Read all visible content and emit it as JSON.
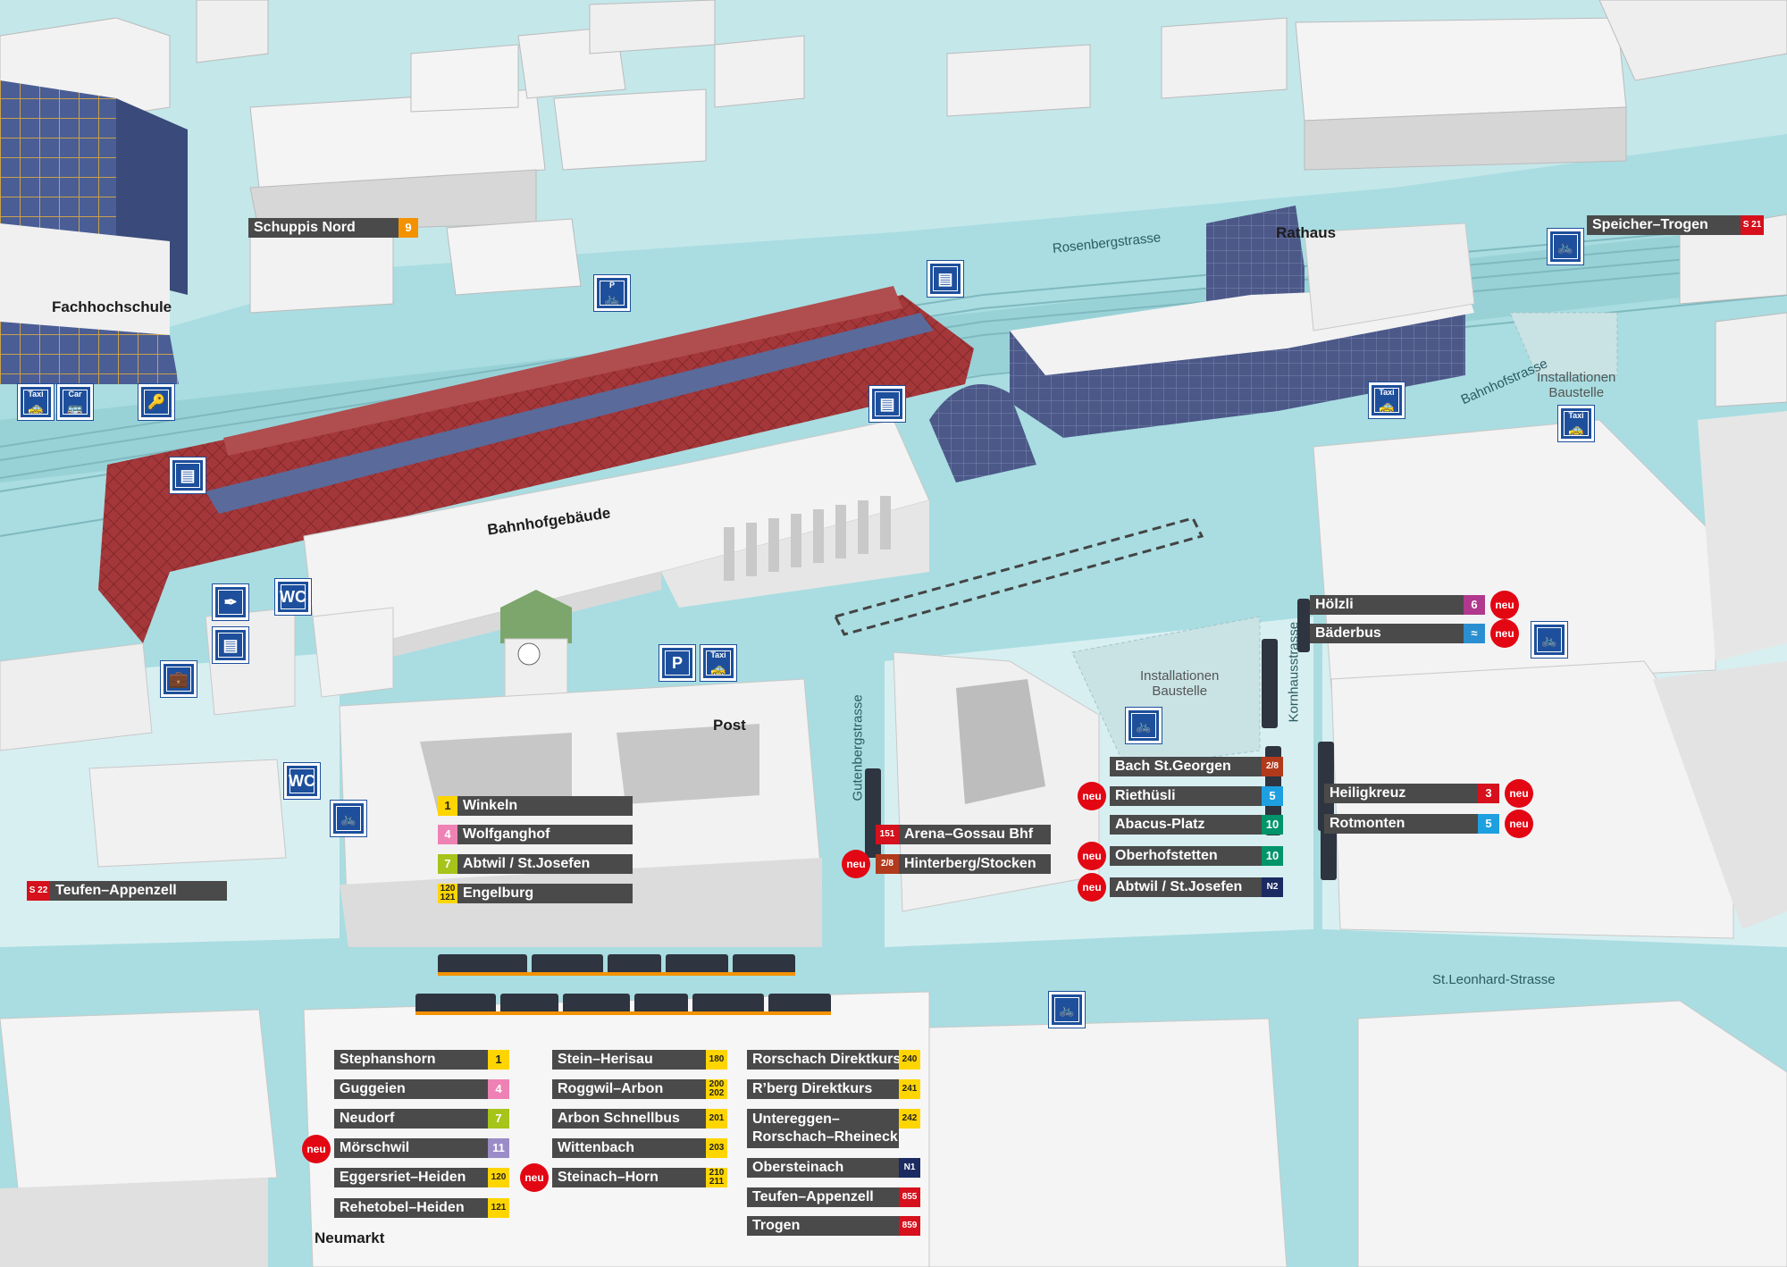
{
  "buildings": {
    "fachhochschule": "Fachhochschule",
    "bahnhofgebaeude": "Bahnhofgebäude",
    "rathaus": "Rathaus",
    "post": "Post",
    "installationen_1": "Installationen",
    "baustelle_1": "Baustelle",
    "installationen_2": "Installationen",
    "baustelle_2": "Baustelle",
    "neumarkt": "Neumarkt"
  },
  "streets": {
    "rosenbergstrasse": "Rosenbergstrasse",
    "bahnhofstrasse": "Bahnhofstrasse",
    "gutenbergstrasse": "Gutenbergstrasse",
    "kornhausstrasse": "Kornhausstrasse",
    "st_leonhard": "St.Leonhard-Strasse"
  },
  "icons": {
    "taxi": "Taxi",
    "car": "Car",
    "wc": "WC",
    "p": "P"
  },
  "neu_label": "neu",
  "colors": {
    "water": "#a9dde1",
    "stop_bar": "#4a4a4a",
    "icon_blue": "#1d4f9c",
    "neu_red": "#e30613",
    "roof_red": "#a4373a"
  },
  "stops": {
    "schuppis": {
      "name": "Schuppis Nord",
      "num": "9",
      "color": "#f39200"
    },
    "speicher": {
      "name": "Speicher–Trogen",
      "num": "S 21",
      "color": "#d6101c"
    },
    "teufen_s22": {
      "name": "Teufen–Appenzell",
      "num": "S 22",
      "color": "#d6101c"
    },
    "post": [
      {
        "name": "Winkeln",
        "num": "1",
        "color": "#ffd500"
      },
      {
        "name": "Wolfganghof",
        "num": "4",
        "color": "#ee82b4"
      },
      {
        "name": "Abtwil / St.Josefen",
        "num": "7",
        "color": "#a6c41a"
      },
      {
        "name": "Engelburg",
        "num": "120\n121",
        "color": "#ffd500"
      }
    ],
    "gutenberg": [
      {
        "name": "Arena–Gossau Bhf",
        "num": "151",
        "color": "#d6101c"
      },
      {
        "name": "Hinterberg/Stocken",
        "num": "2/8",
        "color": "#b23a1c"
      }
    ],
    "kornhaus_left": [
      {
        "name": "Bach St.Georgen",
        "num": "2/8",
        "color": "#b23a1c"
      },
      {
        "name": "Riethüsli",
        "num": "5",
        "color": "#1ea0e0"
      },
      {
        "name": "Abacus-Platz",
        "num": "10",
        "color": "#00946a"
      },
      {
        "name": "Oberhofstetten",
        "num": "10",
        "color": "#00946a"
      },
      {
        "name": "Abtwil / St.Josefen",
        "num": "N2",
        "color": "#1b2b62"
      }
    ],
    "hoelzli": [
      {
        "name": "Hölzli",
        "num": "6",
        "color": "#b0388d"
      },
      {
        "name": "Bäderbus",
        "num": "≈",
        "color": "#2a8fd0"
      }
    ],
    "heiligkreuz": [
      {
        "name": "Heiligkreuz",
        "num": "3",
        "color": "#d6101c"
      },
      {
        "name": "Rotmonten",
        "num": "5",
        "color": "#1ea0e0"
      }
    ],
    "neumarkt_col1": [
      {
        "name": "Stephanshorn",
        "num": "1",
        "color": "#ffd500"
      },
      {
        "name": "Guggeien",
        "num": "4",
        "color": "#ee82b4"
      },
      {
        "name": "Neudorf",
        "num": "7",
        "color": "#a6c41a"
      },
      {
        "name": "Mörschwil",
        "num": "11",
        "color": "#9b8cc8"
      },
      {
        "name": "Eggersriet–Heiden",
        "num": "120",
        "color": "#ffd500"
      },
      {
        "name": "Rehetobel–Heiden",
        "num": "121",
        "color": "#ffd500"
      }
    ],
    "neumarkt_col2": [
      {
        "name": "Stein–Herisau",
        "num": "180",
        "color": "#ffd500"
      },
      {
        "name": "Roggwil–Arbon",
        "num": "200\n202",
        "color": "#ffd500"
      },
      {
        "name": "Arbon Schnellbus",
        "num": "201",
        "color": "#ffd500"
      },
      {
        "name": "Wittenbach",
        "num": "203",
        "color": "#ffd500"
      },
      {
        "name": "Steinach–Horn",
        "num": "210\n211",
        "color": "#ffd500"
      }
    ],
    "neumarkt_col3": [
      {
        "name": "Rorschach Direktkurs",
        "num": "240",
        "color": "#ffd500"
      },
      {
        "name": "R’berg Direktkurs",
        "num": "241",
        "color": "#ffd500"
      },
      {
        "name": "Untereggen–\nRorschach–Rheineck",
        "num": "242",
        "color": "#ffd500"
      },
      {
        "name": "Obersteinach",
        "num": "N1",
        "color": "#1b2b62"
      },
      {
        "name": "Teufen–Appenzell",
        "num": "855",
        "color": "#d6101c"
      },
      {
        "name": "Trogen",
        "num": "859",
        "color": "#d6101c"
      }
    ]
  }
}
